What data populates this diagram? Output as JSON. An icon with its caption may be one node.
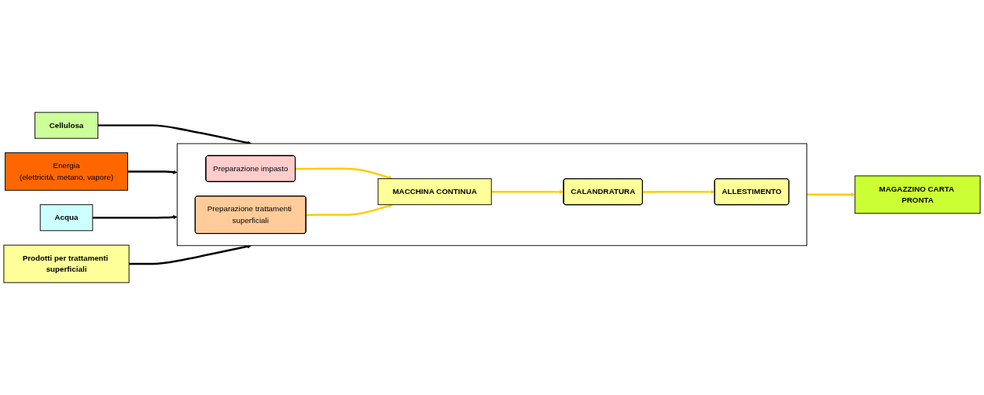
{
  "diagram": {
    "nodes": [
      {
        "text": [
          "Cellulosa"
        ]
      },
      {
        "text": [
          "Energia",
          "(elettricità, metano, vapore)"
        ]
      },
      {
        "text": [
          "Acqua"
        ]
      },
      {
        "text": [
          "Prodotti per trattamenti superficiali"
        ]
      },
      {
        "text": [],
        "shape": "box"
      },
      {
        "text": [
          "Preparazione impasto"
        ],
        "in": 4
      },
      {
        "text": [
          "MACCHINA CONTINUA"
        ],
        "in": 4
      },
      {
        "text": [
          "Preparazione trattamenti superficiali"
        ],
        "in": 4
      },
      {
        "text": [
          "CALANDRATURA"
        ],
        "in": 4
      },
      {
        "text": [
          "ALLESTIMENTO"
        ],
        "in": 4
      },
      {
        "text": [
          "MAGAZZINO CARTA PRONTA"
        ]
      }
    ],
    "edges": [
      {
        "from": 0,
        "to": 4,
        "arrow": "to",
        "color": "#000000"
      },
      {
        "from": 1,
        "to": 4,
        "arrow": "to",
        "color": "#000000"
      },
      {
        "from": 2,
        "to": 4,
        "arrow": "to",
        "color": "#000000"
      },
      {
        "from": 3,
        "to": 4,
        "arrow": "to",
        "color": "#000000"
      },
      {
        "from": 5,
        "to": 6,
        "arrow": "to"
      },
      {
        "from": 7,
        "to": 6,
        "arrow": "to"
      },
      {
        "from": 6,
        "to": 8,
        "arrow": "to"
      },
      {
        "from": 8,
        "to": 9,
        "arrow": "to"
      },
      {
        "from": 4,
        "to": 10,
        "arrow": "to"
      }
    ]
  }
}
